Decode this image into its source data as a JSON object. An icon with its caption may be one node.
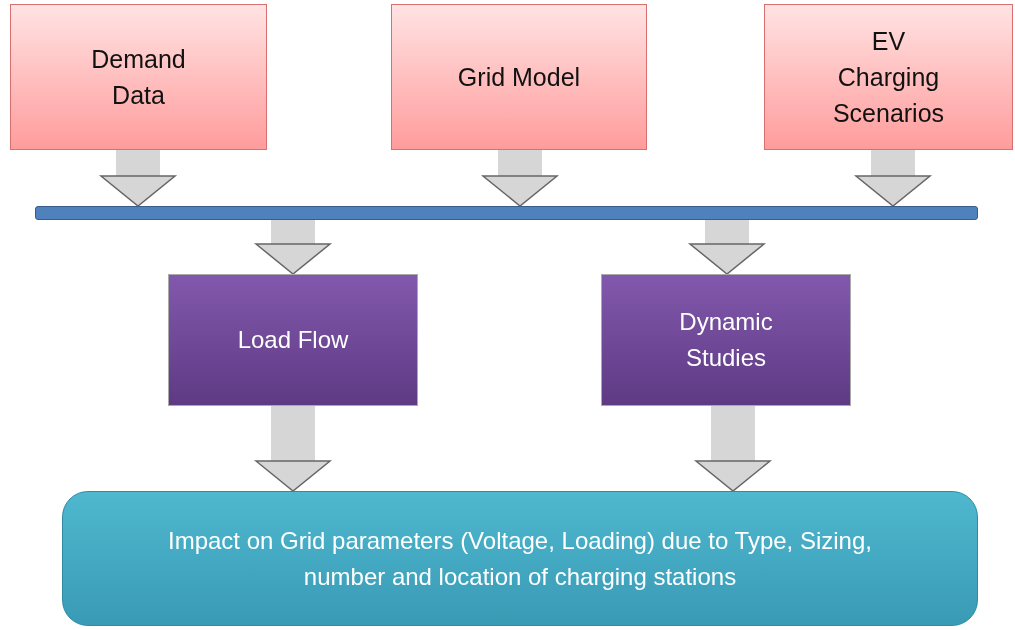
{
  "diagram": {
    "nodes": [
      {
        "text": [
          "Demand Data"
        ]
      },
      {
        "text": [
          "Grid Model"
        ]
      },
      {
        "text": [
          "EV Charging Scenarios"
        ]
      },
      {
        "text": [],
        "shape": "bar"
      },
      {
        "text": [
          "Load Flow"
        ]
      },
      {
        "text": [
          "Dynamic Studies"
        ]
      },
      {
        "text": [
          "Impact on Grid parameters (Voltage, Loading) due to Type, Sizing, number and location of charging stations"
        ]
      }
    ],
    "edges": [
      {
        "from": 0,
        "to": 3,
        "arrow": "to"
      },
      {
        "from": 1,
        "to": 3,
        "arrow": "to"
      },
      {
        "from": 2,
        "to": 3,
        "arrow": "to"
      },
      {
        "from": 3,
        "to": 4,
        "arrow": "to"
      },
      {
        "from": 3,
        "to": 5,
        "arrow": "to"
      },
      {
        "from": 4,
        "to": 6,
        "arrow": "to"
      },
      {
        "from": 5,
        "to": 6,
        "arrow": "to"
      }
    ]
  }
}
